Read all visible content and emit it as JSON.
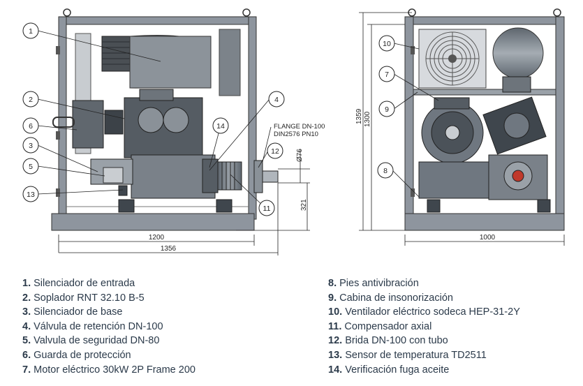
{
  "dimensions": {
    "width_inner": "1200",
    "width_total": "1356",
    "diameter": "Ø76",
    "height_shaft": "321",
    "height_1300": "1300",
    "height_1359": "1359",
    "depth": "1000"
  },
  "flange_note": {
    "line1": "FLANGE DN-100",
    "line2": "DIN2576 PN10"
  },
  "callouts": [
    "1",
    "2",
    "3",
    "4",
    "5",
    "6",
    "7",
    "8",
    "9",
    "10",
    "11",
    "12",
    "13",
    "14"
  ],
  "legend": {
    "left": [
      {
        "num": "1.",
        "text": "Silenciador de entrada"
      },
      {
        "num": "2.",
        "text": "Soplador RNT 32.10 B-5"
      },
      {
        "num": "3.",
        "text": "Silenciador de base"
      },
      {
        "num": "4.",
        "text": "Válvula de retención DN-100"
      },
      {
        "num": "5.",
        "text": "Valvula de seguridad DN-80"
      },
      {
        "num": "6.",
        "text": "Guarda de protección"
      },
      {
        "num": "7.",
        "text": "Motor eléctrico 30kW 2P Frame 200"
      }
    ],
    "right": [
      {
        "num": "8.",
        "text": "Pies antivibración"
      },
      {
        "num": "9.",
        "text": "Cabina de insonorización"
      },
      {
        "num": "10.",
        "text": "Ventilador eléctrico sodeca HEP-31-2Y"
      },
      {
        "num": "11.",
        "text": "Compensador axial"
      },
      {
        "num": "12.",
        "text": "Brida DN-100 con tubo"
      },
      {
        "num": "13.",
        "text": "Sensor de temperatura TD2511"
      },
      {
        "num": "14.",
        "text": "Verificación fuga aceite"
      }
    ]
  },
  "colors": {
    "frame": "#8e959e",
    "frame_dark": "#5a626b",
    "machine": "#6f7780",
    "machine_dark": "#3f464d",
    "legend_text": "#2b3a4a",
    "line": "#222222"
  }
}
